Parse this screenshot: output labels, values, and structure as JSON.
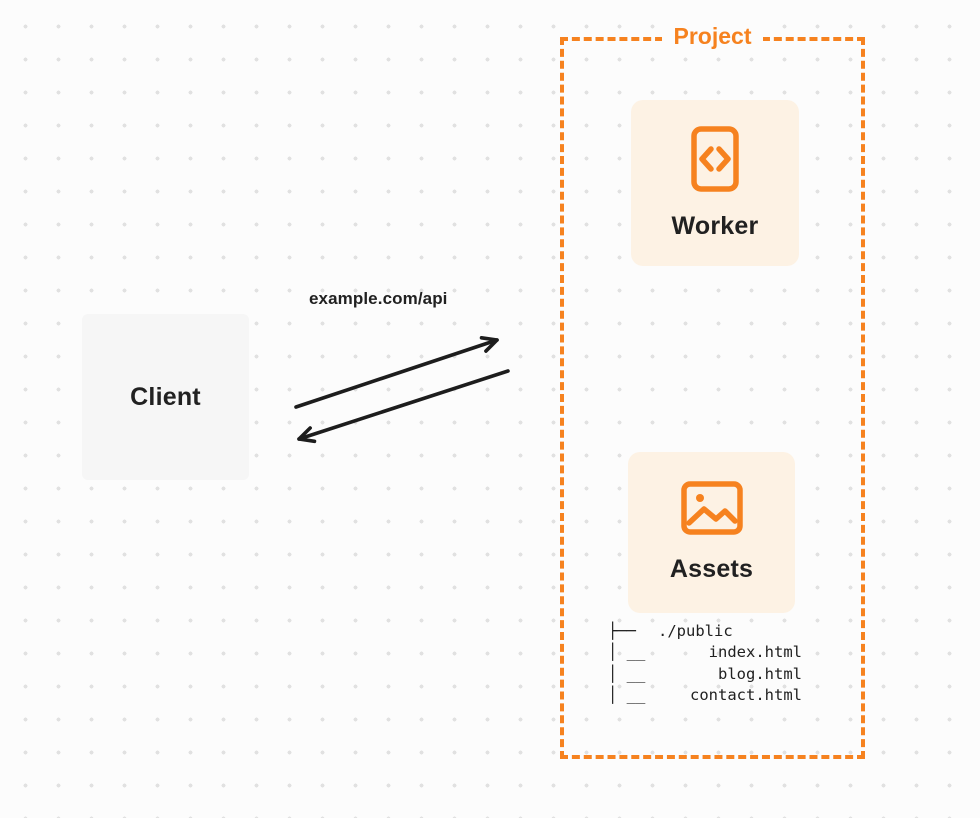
{
  "colors": {
    "accent": "#F6821F",
    "card_bg": "#FDF2E4",
    "client_bg": "#F6F6F6",
    "text": "#212121",
    "arrow": "#1D1D1D",
    "page_bg": "#FCFCFC",
    "dot": "#E1E1E1"
  },
  "client": {
    "label": "Client"
  },
  "request": {
    "label": "example.com/api"
  },
  "project": {
    "label": "Project",
    "worker": {
      "label": "Worker",
      "icon": "code-icon"
    },
    "assets": {
      "label": "Assets",
      "icon": "image-icon"
    },
    "file_tree": {
      "lines": [
        {
          "prefix": "├──",
          "name": "./public"
        },
        {
          "prefix": "│ __",
          "name": "index.html"
        },
        {
          "prefix": "│ __",
          "name": "blog.html"
        },
        {
          "prefix": "│ __",
          "name": "contact.html"
        }
      ]
    }
  }
}
